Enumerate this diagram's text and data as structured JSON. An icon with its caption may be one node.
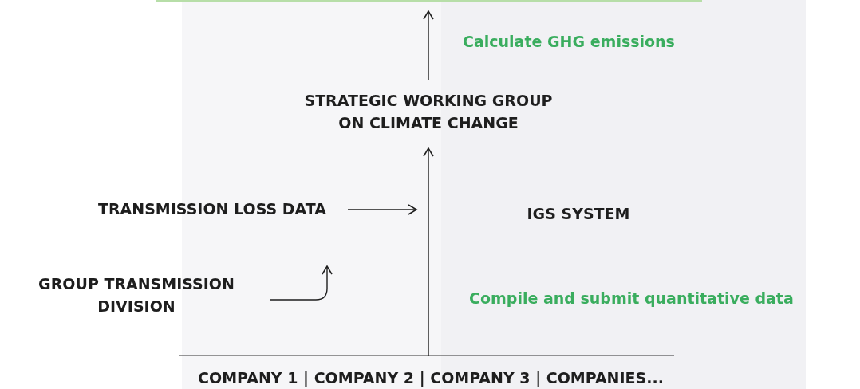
{
  "diagram": {
    "nodes": [
      {
        "text": [
          "Calculate GHG emissions"
        ]
      },
      {
        "text": [
          "STRATEGIC WORKING GROUP ON CLIMATE CHANGE"
        ]
      },
      {
        "text": [
          "TRANSMISSION LOSS DATA"
        ]
      },
      {
        "text": [
          "IGS SYSTEM"
        ]
      },
      {
        "text": [
          "GROUP TRANSMISSION DIVISION"
        ]
      },
      {
        "text": [
          "Compile and submit quantitative data"
        ]
      },
      {
        "text": [
          "COMPANY 1 | COMPANY 2 | COMPANY 3 | COMPANIES..."
        ]
      }
    ],
    "edges": [
      {
        "from": 6,
        "to": 1,
        "arrow": "to"
      },
      {
        "from": 1,
        "to": null,
        "arrow": "to"
      },
      {
        "from": 2,
        "to": null,
        "arrow": "to"
      },
      {
        "from": 4,
        "to": 2,
        "arrow": "to"
      }
    ]
  }
}
